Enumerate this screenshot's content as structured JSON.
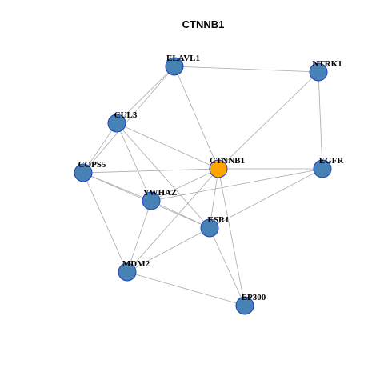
{
  "title": "CTNNB1",
  "colors": {
    "node_default": "#4682b4",
    "node_center": "#ffa500",
    "node_border": "#1f3fbf",
    "edge": "#aaaaaa"
  },
  "nodes": [
    {
      "id": "CTNNB1",
      "label": "CTNNB1",
      "center": true
    },
    {
      "id": "ELAVL1",
      "label": "ELAVL1"
    },
    {
      "id": "NTRK1",
      "label": "NTRK1"
    },
    {
      "id": "CUL3",
      "label": "CUL3"
    },
    {
      "id": "COPS5",
      "label": "COPS5"
    },
    {
      "id": "EGFR",
      "label": "EGFR"
    },
    {
      "id": "YWHAZ",
      "label": "YWHAZ"
    },
    {
      "id": "ESR1",
      "label": "ESR1"
    },
    {
      "id": "MDM2",
      "label": "MDM2"
    },
    {
      "id": "EP300",
      "label": "EP300"
    }
  ],
  "edges": [
    [
      "ELAVL1",
      "NTRK1"
    ],
    [
      "ELAVL1",
      "CUL3"
    ],
    [
      "ELAVL1",
      "COPS5"
    ],
    [
      "ELAVL1",
      "CTNNB1"
    ],
    [
      "NTRK1",
      "CTNNB1"
    ],
    [
      "NTRK1",
      "EGFR"
    ],
    [
      "CUL3",
      "COPS5"
    ],
    [
      "CUL3",
      "CTNNB1"
    ],
    [
      "CUL3",
      "YWHAZ"
    ],
    [
      "CUL3",
      "ESR1"
    ],
    [
      "COPS5",
      "CTNNB1"
    ],
    [
      "COPS5",
      "YWHAZ"
    ],
    [
      "COPS5",
      "ESR1"
    ],
    [
      "COPS5",
      "MDM2"
    ],
    [
      "CTNNB1",
      "EGFR"
    ],
    [
      "CTNNB1",
      "YWHAZ"
    ],
    [
      "CTNNB1",
      "ESR1"
    ],
    [
      "CTNNB1",
      "MDM2"
    ],
    [
      "CTNNB1",
      "EP300"
    ],
    [
      "EGFR",
      "YWHAZ"
    ],
    [
      "EGFR",
      "ESR1"
    ],
    [
      "YWHAZ",
      "ESR1"
    ],
    [
      "YWHAZ",
      "MDM2"
    ],
    [
      "ESR1",
      "MDM2"
    ],
    [
      "ESR1",
      "EP300"
    ],
    [
      "MDM2",
      "EP300"
    ]
  ]
}
